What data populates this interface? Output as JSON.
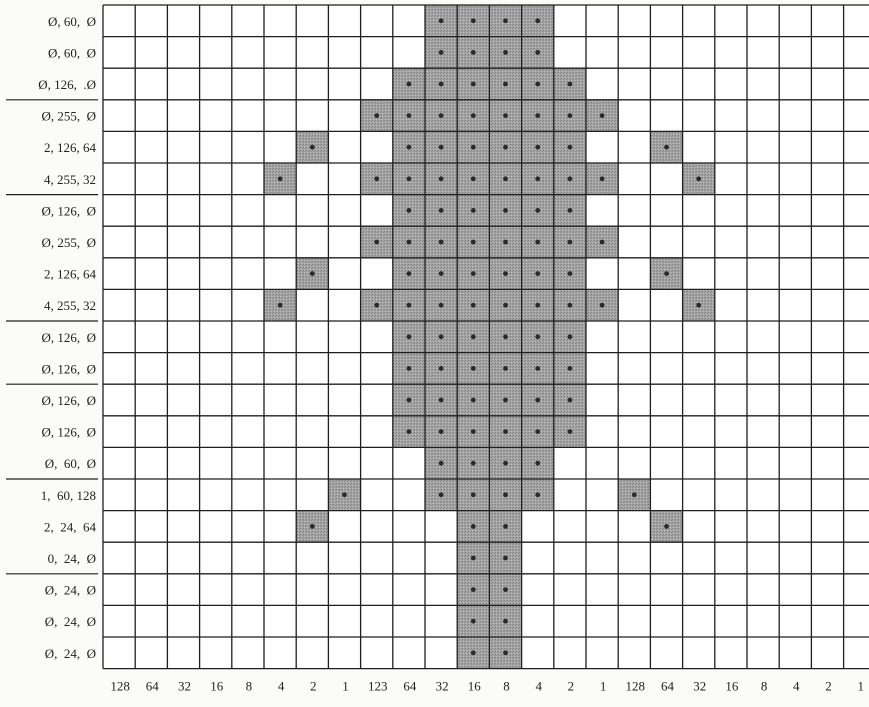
{
  "rows": [
    {
      "label": "Ø, 60,  Ø",
      "cells": [
        0,
        0,
        0,
        0,
        0,
        0,
        0,
        0,
        0,
        0,
        1,
        1,
        1,
        1,
        0,
        0,
        0,
        0,
        0,
        0,
        0,
        0,
        0,
        0
      ]
    },
    {
      "label": "Ø, 60,  Ø",
      "cells": [
        0,
        0,
        0,
        0,
        0,
        0,
        0,
        0,
        0,
        0,
        1,
        1,
        1,
        1,
        0,
        0,
        0,
        0,
        0,
        0,
        0,
        0,
        0,
        0
      ]
    },
    {
      "label": "Ø, 126,  .Ø",
      "cells": [
        0,
        0,
        0,
        0,
        0,
        0,
        0,
        0,
        0,
        1,
        1,
        1,
        1,
        1,
        1,
        0,
        0,
        0,
        0,
        0,
        0,
        0,
        0,
        0
      ]
    },
    {
      "label": "Ø, 255,  Ø",
      "cells": [
        0,
        0,
        0,
        0,
        0,
        0,
        0,
        0,
        1,
        1,
        1,
        1,
        1,
        1,
        1,
        1,
        0,
        0,
        0,
        0,
        0,
        0,
        0,
        0
      ]
    },
    {
      "label": "2, 126, 64",
      "cells": [
        0,
        0,
        0,
        0,
        0,
        0,
        1,
        0,
        0,
        1,
        1,
        1,
        1,
        1,
        1,
        0,
        0,
        1,
        0,
        0,
        0,
        0,
        0,
        0
      ]
    },
    {
      "label": "4, 255, 32",
      "cells": [
        0,
        0,
        0,
        0,
        0,
        1,
        0,
        0,
        1,
        1,
        1,
        1,
        1,
        1,
        1,
        1,
        0,
        0,
        1,
        0,
        0,
        0,
        0,
        0
      ]
    },
    {
      "label": "Ø, 126,  Ø",
      "cells": [
        0,
        0,
        0,
        0,
        0,
        0,
        0,
        0,
        0,
        1,
        1,
        1,
        1,
        1,
        1,
        0,
        0,
        0,
        0,
        0,
        0,
        0,
        0,
        0
      ]
    },
    {
      "label": "Ø, 255,  Ø",
      "cells": [
        0,
        0,
        0,
        0,
        0,
        0,
        0,
        0,
        1,
        1,
        1,
        1,
        1,
        1,
        1,
        1,
        0,
        0,
        0,
        0,
        0,
        0,
        0,
        0
      ]
    },
    {
      "label": "2, 126, 64",
      "cells": [
        0,
        0,
        0,
        0,
        0,
        0,
        1,
        0,
        0,
        1,
        1,
        1,
        1,
        1,
        1,
        0,
        0,
        1,
        0,
        0,
        0,
        0,
        0,
        0
      ]
    },
    {
      "label": "4, 255, 32",
      "cells": [
        0,
        0,
        0,
        0,
        0,
        1,
        0,
        0,
        1,
        1,
        1,
        1,
        1,
        1,
        1,
        1,
        0,
        0,
        1,
        0,
        0,
        0,
        0,
        0
      ]
    },
    {
      "label": "Ø, 126,  Ø",
      "cells": [
        0,
        0,
        0,
        0,
        0,
        0,
        0,
        0,
        0,
        1,
        1,
        1,
        1,
        1,
        1,
        0,
        0,
        0,
        0,
        0,
        0,
        0,
        0,
        0
      ]
    },
    {
      "label": "Ø, 126,  Ø",
      "cells": [
        0,
        0,
        0,
        0,
        0,
        0,
        0,
        0,
        0,
        1,
        1,
        1,
        1,
        1,
        1,
        0,
        0,
        0,
        0,
        0,
        0,
        0,
        0,
        0
      ]
    },
    {
      "label": "Ø, 126,  Ø",
      "cells": [
        0,
        0,
        0,
        0,
        0,
        0,
        0,
        0,
        0,
        1,
        1,
        1,
        1,
        1,
        1,
        0,
        0,
        0,
        0,
        0,
        0,
        0,
        0,
        0
      ]
    },
    {
      "label": "Ø, 126,  Ø",
      "cells": [
        0,
        0,
        0,
        0,
        0,
        0,
        0,
        0,
        0,
        1,
        1,
        1,
        1,
        1,
        1,
        0,
        0,
        0,
        0,
        0,
        0,
        0,
        0,
        0
      ]
    },
    {
      "label": "Ø,  60,  Ø",
      "cells": [
        0,
        0,
        0,
        0,
        0,
        0,
        0,
        0,
        0,
        0,
        1,
        1,
        1,
        1,
        0,
        0,
        0,
        0,
        0,
        0,
        0,
        0,
        0,
        0
      ]
    },
    {
      "label": "1,  60, 128",
      "cells": [
        0,
        0,
        0,
        0,
        0,
        0,
        0,
        1,
        0,
        0,
        1,
        1,
        1,
        1,
        0,
        0,
        1,
        0,
        0,
        0,
        0,
        0,
        0,
        0
      ]
    },
    {
      "label": "2,  24,  64",
      "cells": [
        0,
        0,
        0,
        0,
        0,
        0,
        1,
        0,
        0,
        0,
        0,
        1,
        1,
        0,
        0,
        0,
        0,
        1,
        0,
        0,
        0,
        0,
        0,
        0
      ]
    },
    {
      "label": "0,  24,  Ø",
      "cells": [
        0,
        0,
        0,
        0,
        0,
        0,
        0,
        0,
        0,
        0,
        0,
        1,
        1,
        0,
        0,
        0,
        0,
        0,
        0,
        0,
        0,
        0,
        0,
        0
      ]
    },
    {
      "label": "Ø,  24,  Ø",
      "cells": [
        0,
        0,
        0,
        0,
        0,
        0,
        0,
        0,
        0,
        0,
        0,
        1,
        1,
        0,
        0,
        0,
        0,
        0,
        0,
        0,
        0,
        0,
        0,
        0
      ]
    },
    {
      "label": "Ø,  24,  Ø",
      "cells": [
        0,
        0,
        0,
        0,
        0,
        0,
        0,
        0,
        0,
        0,
        0,
        1,
        1,
        0,
        0,
        0,
        0,
        0,
        0,
        0,
        0,
        0,
        0,
        0
      ]
    },
    {
      "label": "Ø,  24,  Ø",
      "cells": [
        0,
        0,
        0,
        0,
        0,
        0,
        0,
        0,
        0,
        0,
        0,
        1,
        1,
        0,
        0,
        0,
        0,
        0,
        0,
        0,
        0,
        0,
        0,
        0
      ]
    }
  ],
  "column_labels": [
    "128",
    "64",
    "32",
    "16",
    "8",
    "4",
    "2",
    "1",
    "123",
    "64",
    "32",
    "16",
    "8",
    "4",
    "2",
    "1",
    "128",
    "64",
    "32",
    "16",
    "8",
    "4",
    "2",
    "1"
  ],
  "colors": {
    "filled_cell": "#9f9f9f",
    "filled_pattern": "#8a8a8a",
    "dot": "#2a2a2a",
    "grid_line": "#1f1f1f",
    "cell_background": "#ffffff"
  }
}
